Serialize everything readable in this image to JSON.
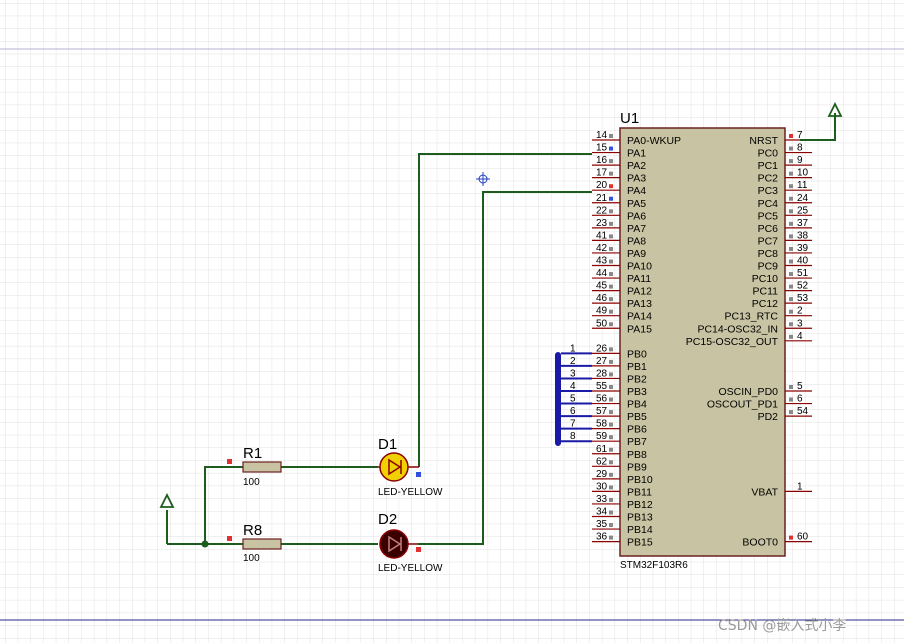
{
  "mcu": {
    "ref": "U1",
    "part": "STM32F103R6",
    "left_pins": [
      {
        "num": "14",
        "name": "PA0-WKUP"
      },
      {
        "num": "15",
        "name": "PA1"
      },
      {
        "num": "16",
        "name": "PA2"
      },
      {
        "num": "17",
        "name": "PA3"
      },
      {
        "num": "20",
        "name": "PA4"
      },
      {
        "num": "21",
        "name": "PA5"
      },
      {
        "num": "22",
        "name": "PA6"
      },
      {
        "num": "23",
        "name": "PA7"
      },
      {
        "num": "41",
        "name": "PA8"
      },
      {
        "num": "42",
        "name": "PA9"
      },
      {
        "num": "43",
        "name": "PA10"
      },
      {
        "num": "44",
        "name": "PA11"
      },
      {
        "num": "45",
        "name": "PA12"
      },
      {
        "num": "46",
        "name": "PA13"
      },
      {
        "num": "49",
        "name": "PA14"
      },
      {
        "num": "50",
        "name": "PA15"
      },
      {
        "num": "26",
        "name": "PB0"
      },
      {
        "num": "27",
        "name": "PB1"
      },
      {
        "num": "28",
        "name": "PB2"
      },
      {
        "num": "55",
        "name": "PB3"
      },
      {
        "num": "56",
        "name": "PB4"
      },
      {
        "num": "57",
        "name": "PB5"
      },
      {
        "num": "58",
        "name": "PB6"
      },
      {
        "num": "59",
        "name": "PB7"
      },
      {
        "num": "61",
        "name": "PB8"
      },
      {
        "num": "62",
        "name": "PB9"
      },
      {
        "num": "29",
        "name": "PB10"
      },
      {
        "num": "30",
        "name": "PB11"
      },
      {
        "num": "33",
        "name": "PB12"
      },
      {
        "num": "34",
        "name": "PB13"
      },
      {
        "num": "35",
        "name": "PB14"
      },
      {
        "num": "36",
        "name": "PB15"
      }
    ],
    "right_pins": [
      {
        "num": "7",
        "name": "NRST"
      },
      {
        "num": "8",
        "name": "PC0"
      },
      {
        "num": "9",
        "name": "PC1"
      },
      {
        "num": "10",
        "name": "PC2"
      },
      {
        "num": "11",
        "name": "PC3"
      },
      {
        "num": "24",
        "name": "PC4"
      },
      {
        "num": "25",
        "name": "PC5"
      },
      {
        "num": "37",
        "name": "PC6"
      },
      {
        "num": "38",
        "name": "PC7"
      },
      {
        "num": "39",
        "name": "PC8"
      },
      {
        "num": "40",
        "name": "PC9"
      },
      {
        "num": "51",
        "name": "PC10"
      },
      {
        "num": "52",
        "name": "PC11"
      },
      {
        "num": "53",
        "name": "PC12"
      },
      {
        "num": "2",
        "name": "PC13_RTC"
      },
      {
        "num": "3",
        "name": "PC14-OSC32_IN"
      },
      {
        "num": "4",
        "name": "PC15-OSC32_OUT"
      },
      {
        "num": "5",
        "name": "OSCIN_PD0"
      },
      {
        "num": "6",
        "name": "OSCOUT_PD1"
      },
      {
        "num": "54",
        "name": "PD2"
      },
      {
        "num": "1",
        "name": "VBAT"
      },
      {
        "num": "60",
        "name": "BOOT0"
      }
    ]
  },
  "bus_labels": [
    "1",
    "2",
    "3",
    "4",
    "5",
    "6",
    "7",
    "8"
  ],
  "resistors": [
    {
      "ref": "R1",
      "value": "100"
    },
    {
      "ref": "R8",
      "value": "100"
    }
  ],
  "leds": [
    {
      "ref": "D1",
      "value": "LED-YELLOW",
      "state": "on"
    },
    {
      "ref": "D2",
      "value": "LED-YELLOW",
      "state": "off"
    }
  ],
  "colors": {
    "chip_fill": "#c8c4a3",
    "wire": "#1d5c1d",
    "pin_line": "#8b0000",
    "bus": "#1a1aa6",
    "led_on": "#f0d000",
    "led_off": "#3a0000",
    "grid": "#e0e0e0",
    "pin_red": "#e03030",
    "pin_blue": "#3050e0",
    "pin_grey": "#888888"
  },
  "watermark": "CSDN @嵌入式小李"
}
